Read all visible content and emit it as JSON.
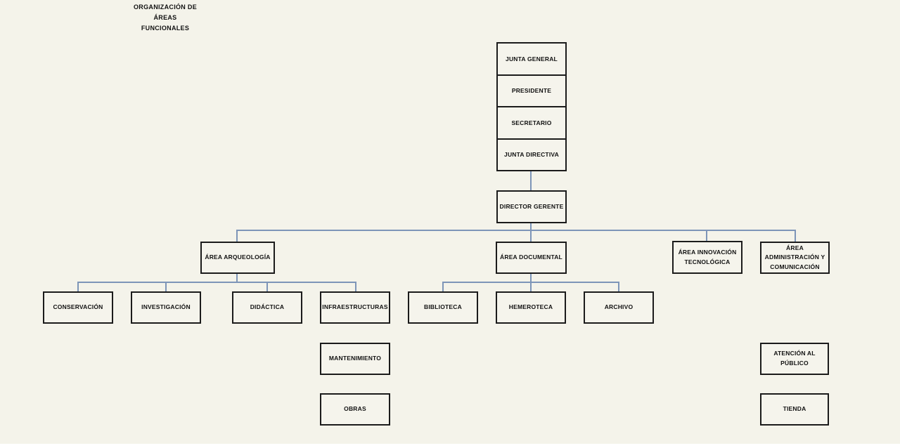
{
  "title": "ORGANIZACIÓN DE\nÁREAS\nFUNCIONALES",
  "colors": {
    "background": "#f4f3ea",
    "box_fill": "#f5f4ec",
    "box_border": "#1b1b1b",
    "connector": "#7d95b8"
  },
  "nodes": {
    "junta_general": {
      "label": "JUNTA GENERAL"
    },
    "presidente": {
      "label": "PRESIDENTE"
    },
    "secretario": {
      "label": "SECRETARIO"
    },
    "junta_directiva": {
      "label": "JUNTA DIRECTIVA"
    },
    "director_gerente": {
      "label": "DIRECTOR GERENTE"
    },
    "area_arqueologia": {
      "label": "ÁREA ARQUEOLOGÍA"
    },
    "area_documental": {
      "label": "ÁREA DOCUMENTAL"
    },
    "area_innovacion": {
      "label": "ÁREA INNOVACIÓN\nTECNOLÓGICA"
    },
    "area_administracion": {
      "label": "ÁREA\nADMINISTRACIÓN Y\nCOMUNICACIÓN"
    },
    "conservacion": {
      "label": "CONSERVACIÓN"
    },
    "investigacion": {
      "label": "INVESTIGACIÓN"
    },
    "didactica": {
      "label": "DIDÁCTICA"
    },
    "infraestructuras": {
      "label": "INFRAESTRUCTURAS"
    },
    "biblioteca": {
      "label": "BIBLIOTECA"
    },
    "hemeroteca": {
      "label": "HEMEROTECA"
    },
    "archivo": {
      "label": "ARCHIVO"
    },
    "mantenimiento": {
      "label": "MANTENIMIENTO"
    },
    "obras": {
      "label": "OBRAS"
    },
    "atencion_publico": {
      "label": "ATENCIÓN AL\nPÚBLICO"
    },
    "tienda": {
      "label": "TIENDA"
    }
  }
}
